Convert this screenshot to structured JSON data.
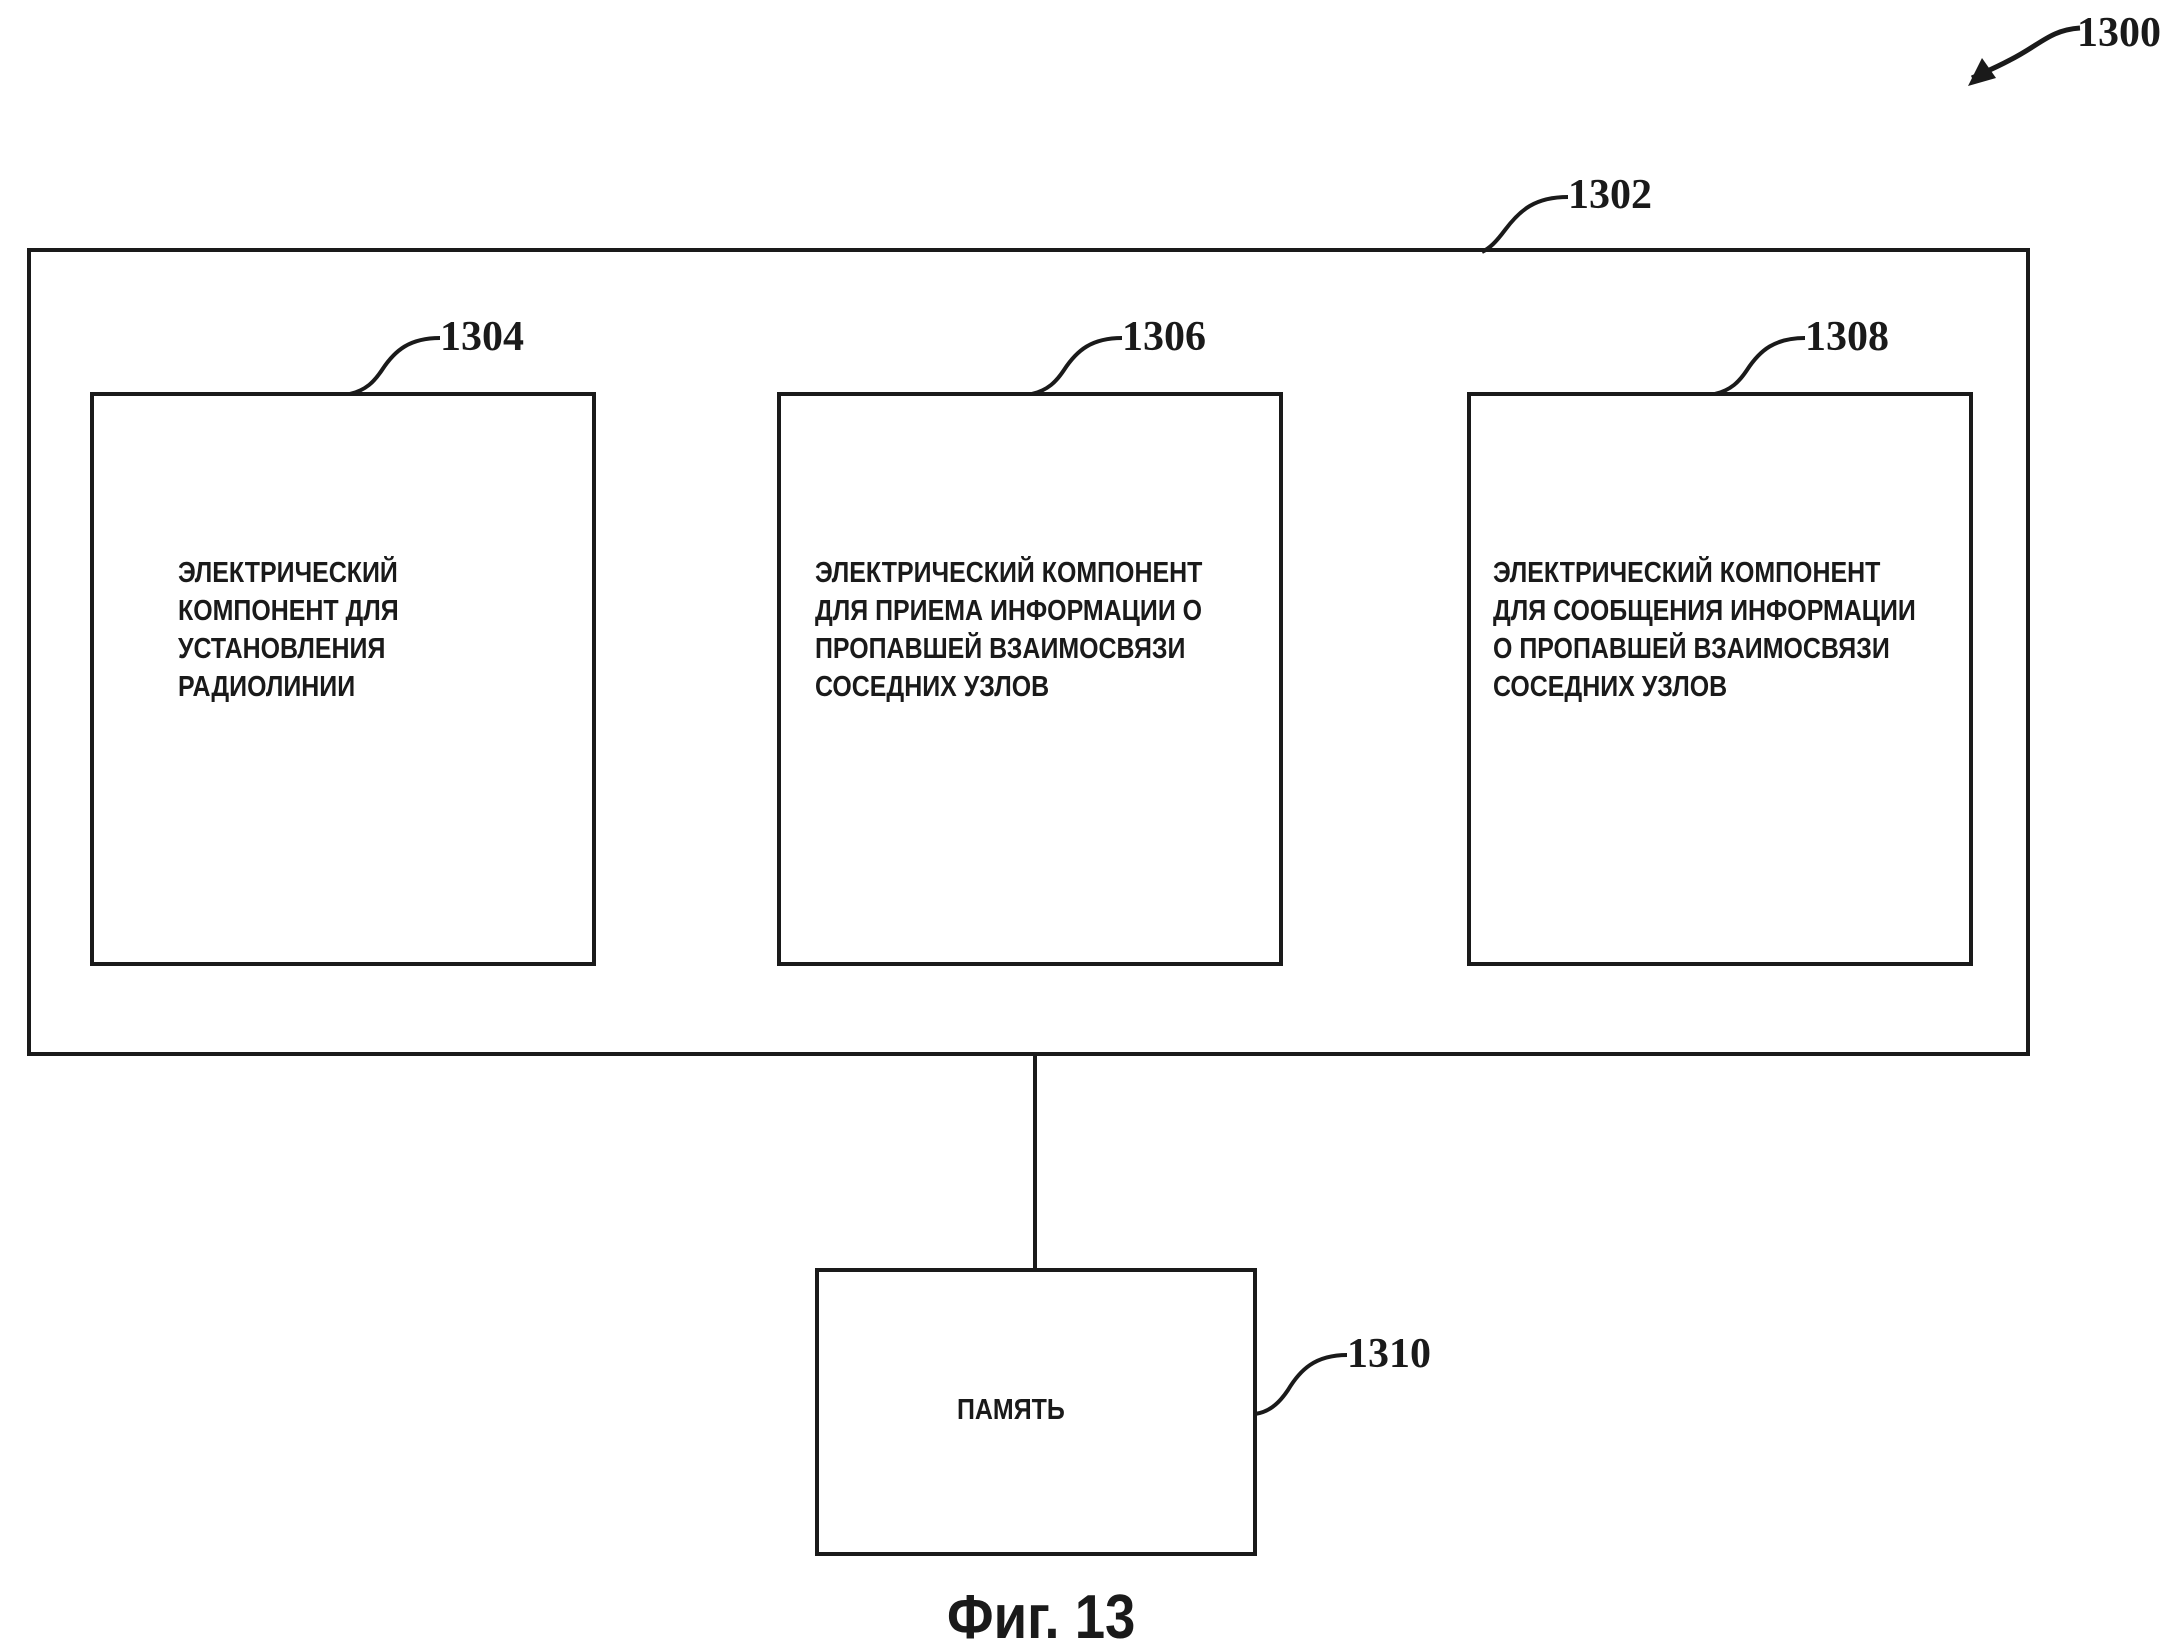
{
  "diagram": {
    "ref_overall": "1300",
    "container": {
      "ref": "1302"
    },
    "components": [
      {
        "ref": "1304",
        "lines": [
          "ЭЛЕКТРИЧЕСКИЙ",
          "КОМПОНЕНТ ДЛЯ",
          "УСТАНОВЛЕНИЯ",
          "РАДИОЛИНИИ"
        ]
      },
      {
        "ref": "1306",
        "lines": [
          "ЭЛЕКТРИЧЕСКИЙ КОМПОНЕНТ",
          "ДЛЯ ПРИЕМА ИНФОРМАЦИИ О",
          "ПРОПАВШЕЙ ВЗАИМОСВЯЗИ",
          "СОСЕДНИХ УЗЛОВ"
        ]
      },
      {
        "ref": "1308",
        "lines": [
          "ЭЛЕКТРИЧЕСКИЙ КОМПОНЕНТ",
          "ДЛЯ СООБЩЕНИЯ ИНФОРМАЦИИ",
          "О  ПРОПАВШЕЙ ВЗАИМОСВЯЗИ",
          "СОСЕДНИХ УЗЛОВ"
        ]
      }
    ],
    "memory": {
      "ref": "1310",
      "label": "ПАМЯТЬ"
    },
    "caption": "Фиг. 13"
  }
}
